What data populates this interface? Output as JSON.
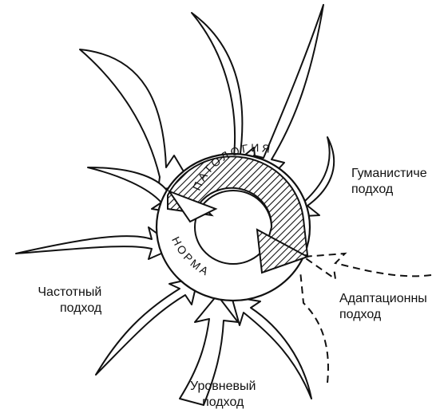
{
  "cycle": {
    "upper_label": "ПАТОЛОГИЯ",
    "lower_label": "НОРМА"
  },
  "approaches": {
    "humanistic": [
      "Гуманистиче",
      "подход"
    ],
    "adaptational": [
      "Адаптационны",
      "подход"
    ],
    "frequency": [
      "Частотный",
      "подход"
    ],
    "level": [
      "Уровневый",
      "подход"
    ]
  }
}
